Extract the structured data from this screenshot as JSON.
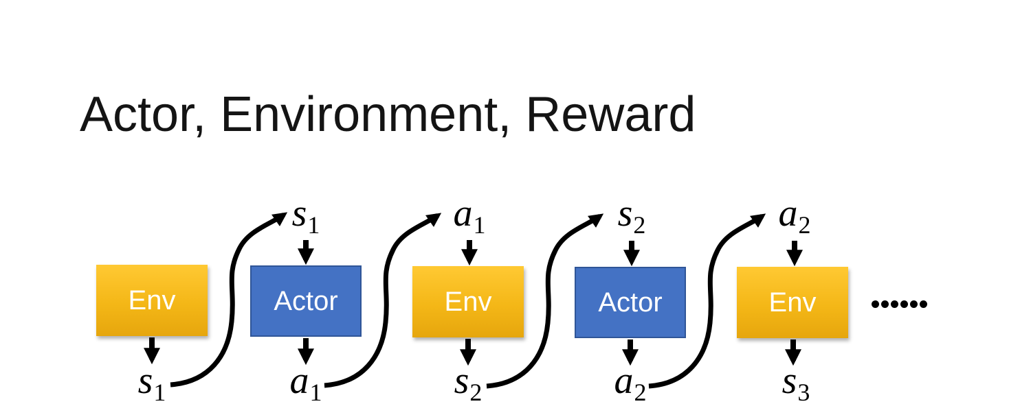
{
  "slide": {
    "title": "Actor, Environment, Reward"
  },
  "diagram": {
    "boxes": [
      {
        "id": "env-1",
        "label": "Env"
      },
      {
        "id": "actor-1",
        "label": "Actor"
      },
      {
        "id": "env-2",
        "label": "Env"
      },
      {
        "id": "actor-2",
        "label": "Actor"
      },
      {
        "id": "env-3",
        "label": "Env"
      }
    ],
    "top_labels": [
      {
        "letter": "s",
        "sub": "1"
      },
      {
        "letter": "a",
        "sub": "1"
      },
      {
        "letter": "s",
        "sub": "2"
      },
      {
        "letter": "a",
        "sub": "2"
      }
    ],
    "bottom_labels": [
      {
        "letter": "s",
        "sub": "1"
      },
      {
        "letter": "a",
        "sub": "1"
      },
      {
        "letter": "s",
        "sub": "2"
      },
      {
        "letter": "a",
        "sub": "2"
      },
      {
        "letter": "s",
        "sub": "3"
      }
    ],
    "ellipsis": "……",
    "colors": {
      "env_gradient_top": "#FFC933",
      "env_gradient_bottom": "#E6A60D",
      "actor_fill": "#4472C4",
      "actor_border": "#2F5597",
      "arrow": "#000000",
      "box_text": "#FFFFFF",
      "title_text": "#141414"
    }
  }
}
